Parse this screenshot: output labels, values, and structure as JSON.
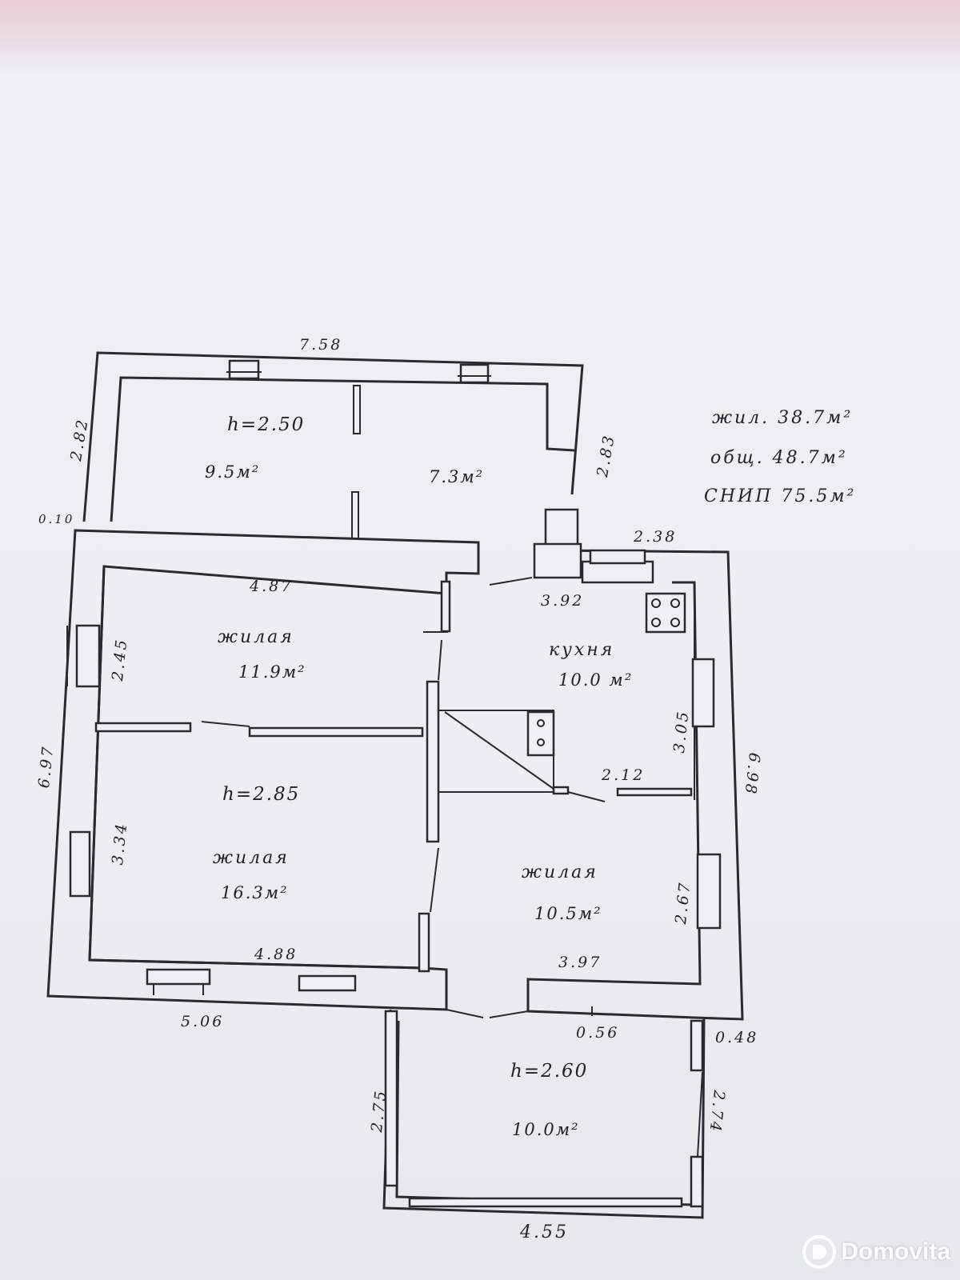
{
  "summary": {
    "living": "жил. 38.7м²",
    "total": "общ. 48.7м²",
    "snip": "СНИП 75.5м²"
  },
  "rooms": {
    "top_left": {
      "height": "h=2.50",
      "area": "9.5м²"
    },
    "top_right": {
      "area": "7.3м²"
    },
    "living_upper": {
      "name": "жилая",
      "area": "11.9м²"
    },
    "kitchen": {
      "name": "кухня",
      "area": "10.0 м²"
    },
    "living_large": {
      "height": "h=2.85",
      "name": "жилая",
      "area": "16.3м²"
    },
    "living_right": {
      "name": "жилая",
      "area": "10.5м²"
    },
    "veranda": {
      "height": "h=2.60",
      "area": "10.0м²"
    }
  },
  "dimensions": {
    "top_width": "7.58",
    "top_left_side": "2.82",
    "top_right_side": "2.83",
    "small_gap": "0.10",
    "living_upper_width": "4.87",
    "living_upper_side": "2.45",
    "kitchen_top_outer": "2.38",
    "kitchen_width": "3.92",
    "kitchen_side": "3.05",
    "stair_width": "2.12",
    "left_total": "6.97",
    "right_total": "6.98",
    "living_large_side": "3.34",
    "living_large_width": "4.88",
    "living_right_side": "2.67",
    "living_right_width": "3.97",
    "bottom_left": "5.06",
    "door_gap": "0.56",
    "right_offset": "0.48",
    "veranda_left": "2.75",
    "veranda_right": "2.74",
    "veranda_width": "4.55"
  },
  "watermark": {
    "brand": "Domovita",
    "icon": "domovita-logo-icon"
  }
}
